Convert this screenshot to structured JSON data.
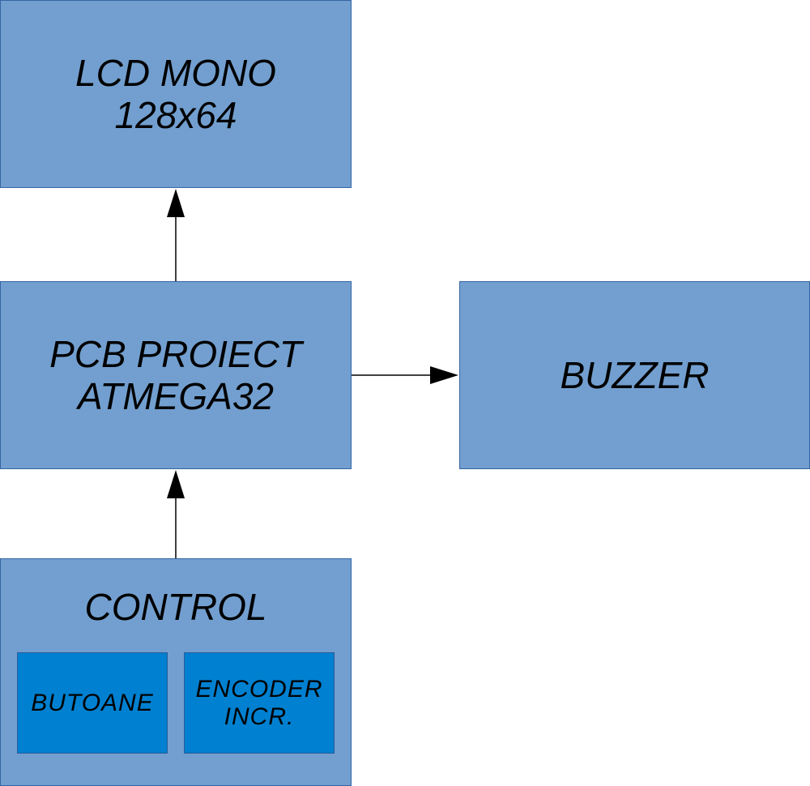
{
  "blocks": {
    "lcd": {
      "line1": "LCD MONO",
      "line2": "128x64"
    },
    "pcb": {
      "line1": "PCB PROIECT",
      "line2": "ATMEGA32"
    },
    "buzzer": {
      "label": "BUZZER"
    },
    "control": {
      "title": "CONTROL",
      "butoane": "BUTOANE",
      "encoder_line1": "ENCODER",
      "encoder_line2": "INCR."
    }
  },
  "colors": {
    "block_fill": "#729fcf",
    "block_border": "#3465a4",
    "sub_block_fill": "#0080d0",
    "arrow": "#000000"
  }
}
